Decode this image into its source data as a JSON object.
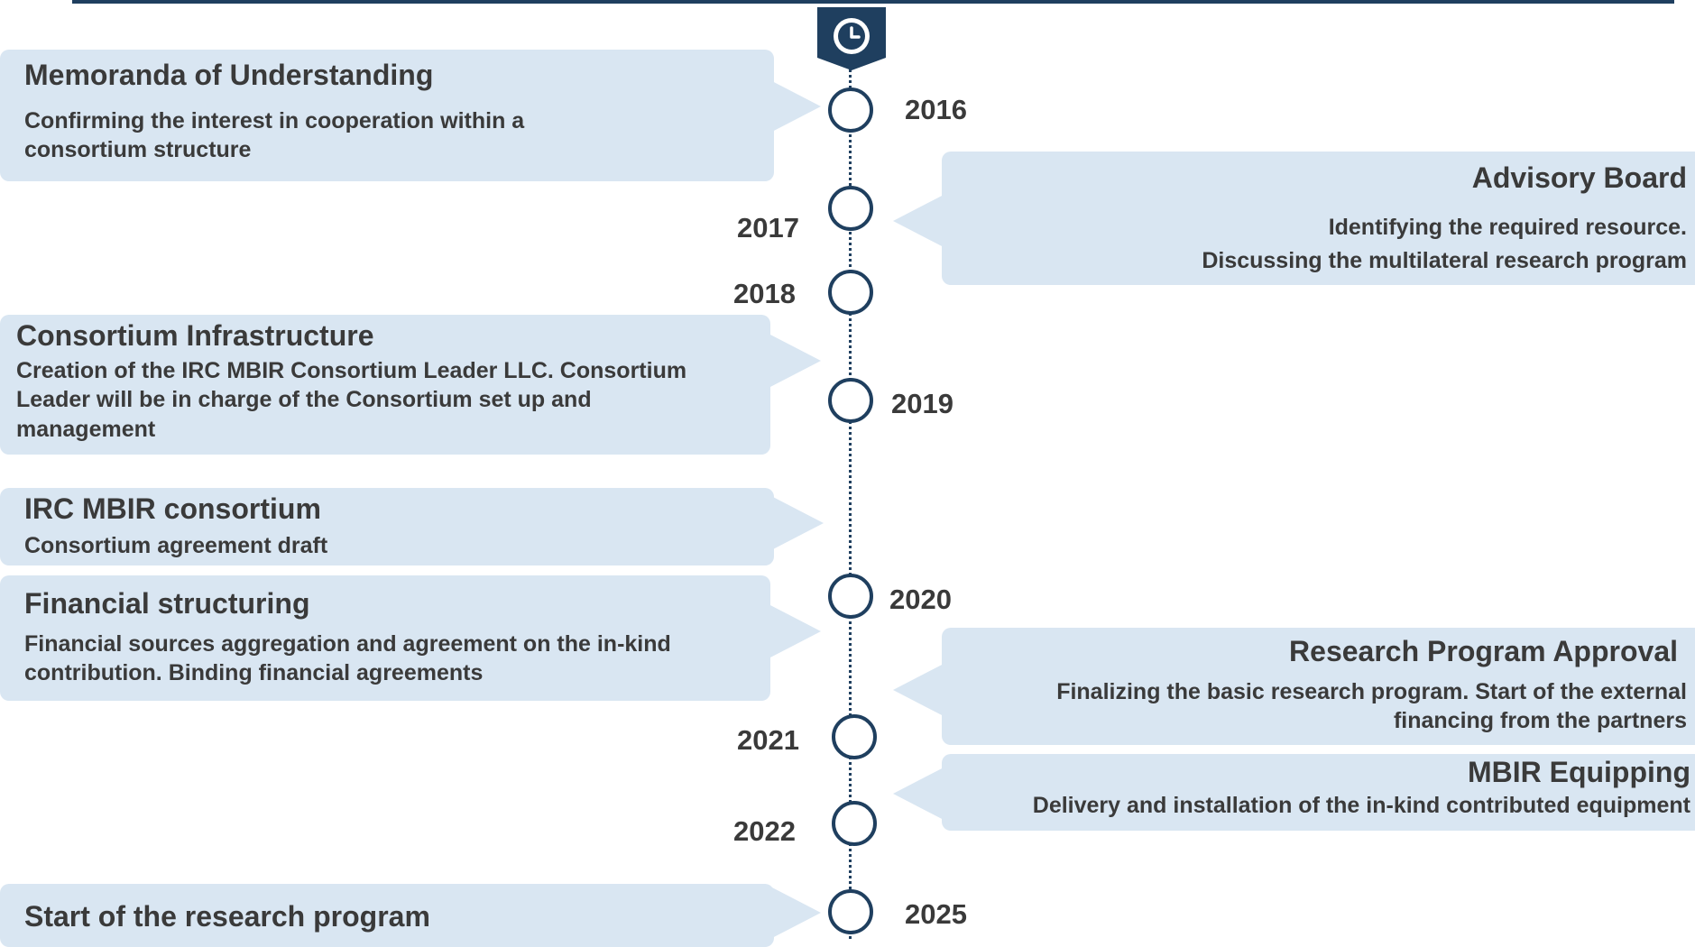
{
  "marker": {
    "icon": "clock-icon"
  },
  "colors": {
    "accent": "#1f3f5f",
    "callout_bg": "#d9e6f2",
    "text": "#3a3a3a"
  },
  "milestones": [
    {
      "year": "2016",
      "title": "Memoranda of Understanding",
      "text_lines": [
        "Confirming  the interest in cooperation  within  a",
        "consortium structure"
      ]
    },
    {
      "year": "2017",
      "title": "Advisory Board",
      "text_lines": [
        "Identifying the required resource.",
        "Discussing  the multilateral research program"
      ]
    },
    {
      "year": "2018"
    },
    {
      "year": "2019",
      "title": "Consortium Infrastructure",
      "text_lines": [
        "Creation of the IRC MBIR Consortium Leader LLC. Consortium",
        "Leader will be in charge of the Consortium set up and",
        "management"
      ]
    },
    {
      "title": "IRC MBIR consortium",
      "text_lines": [
        "Consortium agreement draft"
      ]
    },
    {
      "year": "2020",
      "title": "Financial structuring",
      "text_lines": [
        "Financial sources aggregation and agreement on the in-kind",
        "contribution. Binding financial agreements"
      ]
    },
    {
      "title": "Research Program Approval",
      "text_lines": [
        "Finalizing the basic research program. Start of the external",
        "financing from the partners"
      ]
    },
    {
      "year": "2021"
    },
    {
      "year": "2022",
      "title": "MBIR Equipping",
      "text_lines": [
        "Delivery and installation of the in-kind contributed equipment"
      ]
    },
    {
      "year": "2025",
      "title": "Start of the research program"
    }
  ]
}
